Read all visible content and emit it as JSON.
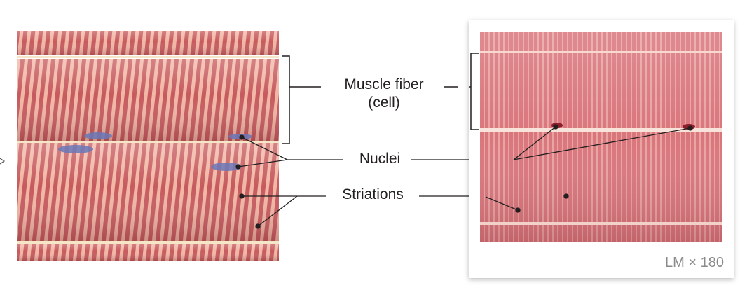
{
  "labels": {
    "muscle_fiber_line1": "Muscle fiber",
    "muscle_fiber_line2": "(cell)",
    "nuclei": "Nuclei",
    "striations": "Striations"
  },
  "micrograph": {
    "magnification": "LM × 180"
  },
  "colors": {
    "fiber_light": "#f2b6a4",
    "fiber_dark": "#c65a5e",
    "nucleus": "#6a78b8",
    "tissue_pink": "#d9767c",
    "label_line": "#231f20"
  }
}
